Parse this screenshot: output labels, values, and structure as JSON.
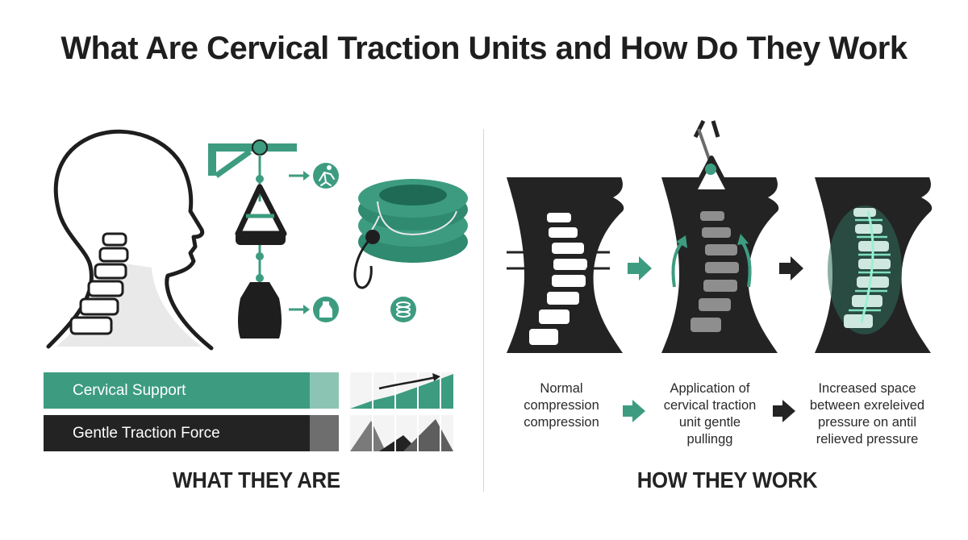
{
  "title": "What Are Cervical Traction Units and How Do They Work",
  "left_section": {
    "label": "WHAT THEY ARE",
    "bars": [
      {
        "label": "Cervical Support",
        "color": "#3d9c80"
      },
      {
        "label": "Gentle Traction Force",
        "color": "#232323"
      }
    ]
  },
  "right_section": {
    "label": "HOW THEY WORK",
    "steps": [
      {
        "line1": "Normal",
        "line2": "compression",
        "line3": "compression",
        "line4": ""
      },
      {
        "line1": "Application of",
        "line2": "cervical traction",
        "line3": "unit gentle",
        "line4": "pullingg"
      },
      {
        "line1": "Increased space",
        "line2": "between exreleived",
        "line3": "pressure on antil",
        "line4": "relieved pressure"
      }
    ]
  },
  "colors": {
    "accent": "#3d9c80",
    "dark": "#232323",
    "light_accent": "#8cc4b3"
  },
  "icons": [
    "head-profile-icon",
    "door-traction-unit-icon",
    "runner-icon",
    "bottle-icon",
    "inflatable-collar-icon",
    "coil-icon",
    "arrow-right-icon"
  ]
}
